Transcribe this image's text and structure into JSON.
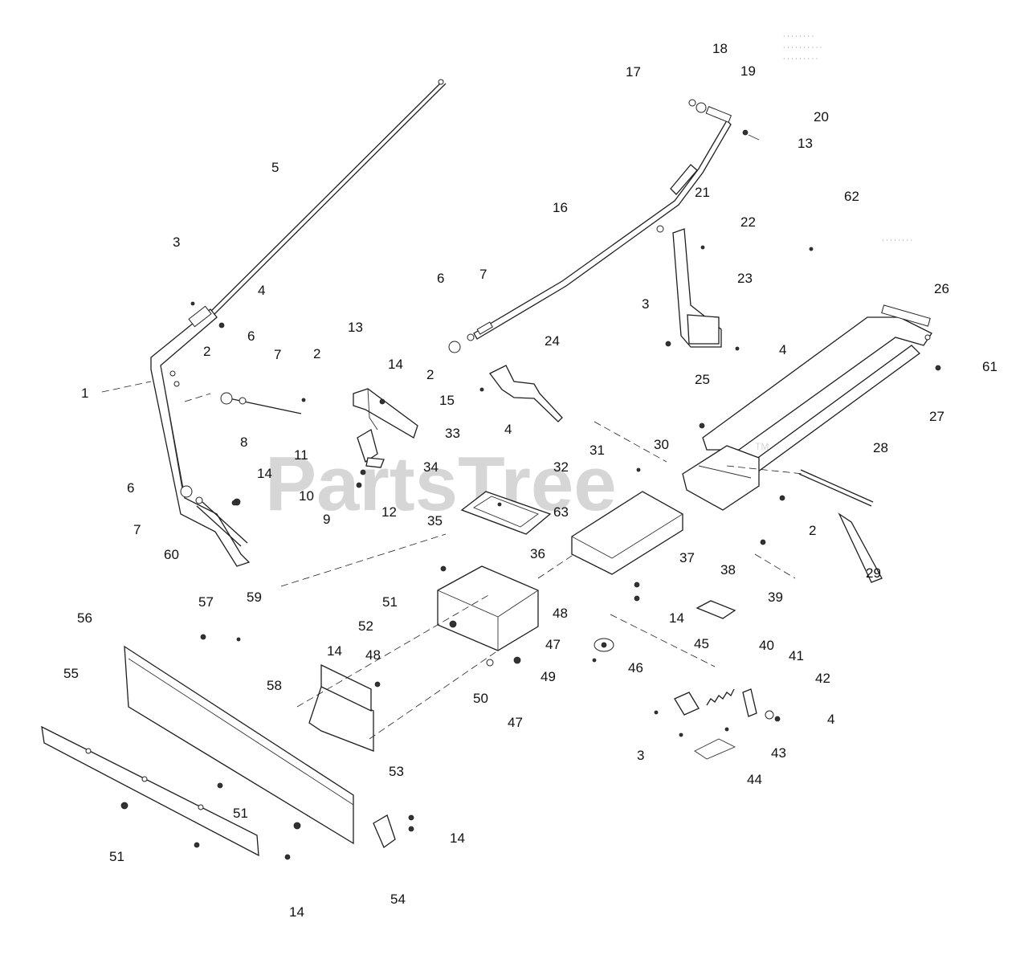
{
  "watermark": {
    "text": "PartsTree",
    "trademark": "TM"
  },
  "callouts": [
    "1",
    "2",
    "3",
    "4",
    "5",
    "6",
    "7",
    "8",
    "9",
    "10",
    "11",
    "12",
    "13",
    "14",
    "15",
    "16",
    "17",
    "18",
    "19",
    "20",
    "21",
    "22",
    "23",
    "24",
    "25",
    "26",
    "27",
    "28",
    "29",
    "30",
    "31",
    "32",
    "33",
    "34",
    "35",
    "36",
    "37",
    "38",
    "39",
    "40",
    "41",
    "42",
    "43",
    "44",
    "45",
    "46",
    "47",
    "48",
    "49",
    "50",
    "51",
    "52",
    "53",
    "54",
    "55",
    "56",
    "57",
    "58",
    "59",
    "60",
    "61",
    "62",
    "63"
  ],
  "colors": {
    "line": "#1e1e1e",
    "watermark": "#d6d6d6",
    "background": "#ffffff"
  }
}
